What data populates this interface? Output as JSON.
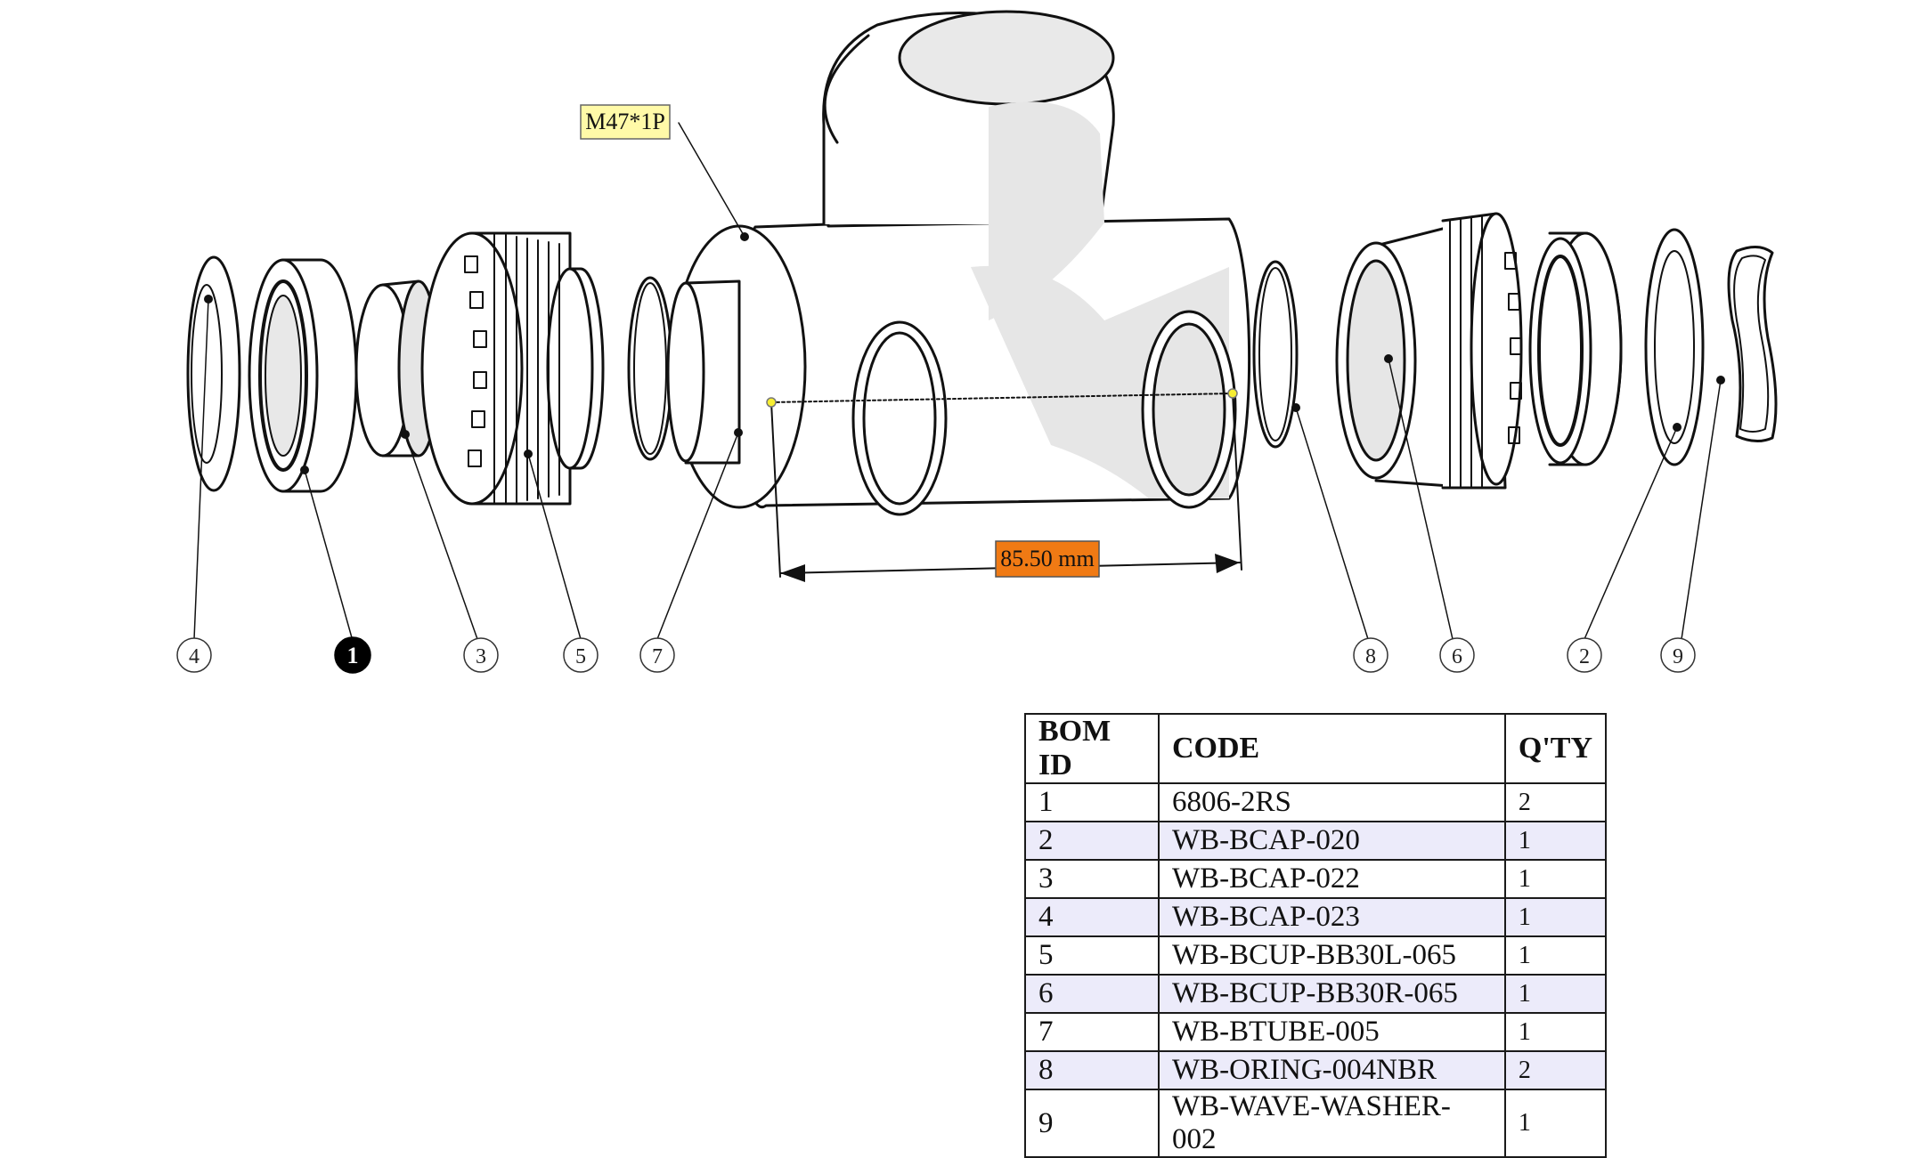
{
  "annotations": {
    "thread_label": "M47*1P",
    "dimension_label": "85.50 mm"
  },
  "callouts": [
    {
      "id": "4",
      "highlighted": false
    },
    {
      "id": "1",
      "highlighted": true
    },
    {
      "id": "3",
      "highlighted": false
    },
    {
      "id": "5",
      "highlighted": false
    },
    {
      "id": "7",
      "highlighted": false
    },
    {
      "id": "8",
      "highlighted": false
    },
    {
      "id": "6",
      "highlighted": false
    },
    {
      "id": "2",
      "highlighted": false
    },
    {
      "id": "9",
      "highlighted": false
    }
  ],
  "bom": {
    "headers": [
      "BOM ID",
      "CODE",
      "Q'TY"
    ],
    "rows": [
      {
        "id": "1",
        "code": "6806-2RS",
        "qty": "2"
      },
      {
        "id": "2",
        "code": "WB-BCAP-020",
        "qty": "1"
      },
      {
        "id": "3",
        "code": "WB-BCAP-022",
        "qty": "1"
      },
      {
        "id": "4",
        "code": "WB-BCAP-023",
        "qty": "1"
      },
      {
        "id": "5",
        "code": "WB-BCUP-BB30L-065",
        "qty": "1"
      },
      {
        "id": "6",
        "code": "WB-BCUP-BB30R-065",
        "qty": "1"
      },
      {
        "id": "7",
        "code": "WB-BTUBE-005",
        "qty": "1"
      },
      {
        "id": "8",
        "code": "WB-ORING-004NBR",
        "qty": "2"
      },
      {
        "id": "9",
        "code": "WB-WAVE-WASHER-002",
        "qty": "1"
      }
    ]
  },
  "colors": {
    "thread_label_bg": "#fffaa8",
    "dimension_label_bg": "#f07a14",
    "highlight_callout": "#000000",
    "alt_row": "#ecebfa",
    "part_shade": "#e4e4e4"
  }
}
